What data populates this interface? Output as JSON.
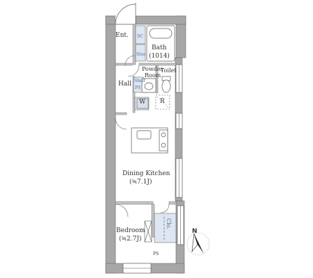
{
  "rooms": {
    "entrance": "Ent.",
    "shoe_closet": "SC",
    "storage": "Stor.",
    "bath": "Bath",
    "bath_size": "(1014)",
    "powder_room_line1": "Powder",
    "powder_room_line2": "Room",
    "toilet": "Toilet",
    "hall": "Hall",
    "shelf": "Shelf",
    "pipe_space": "PS",
    "washer": "W",
    "refrigerator": "R",
    "dining_kitchen": "Dining Kitchen",
    "dining_kitchen_size": "(≒7.1J)",
    "bedroom": "Bedroom",
    "bedroom_size": "(≒2.7J)",
    "closet": "Clo.",
    "small_ps": "PS"
  },
  "compass": {
    "north_label": "N"
  },
  "colors": {
    "wall": "#a7a7a7",
    "wall_outline": "#6a6a6a",
    "storage_fill": "#dde6f1",
    "line": "#555555"
  }
}
